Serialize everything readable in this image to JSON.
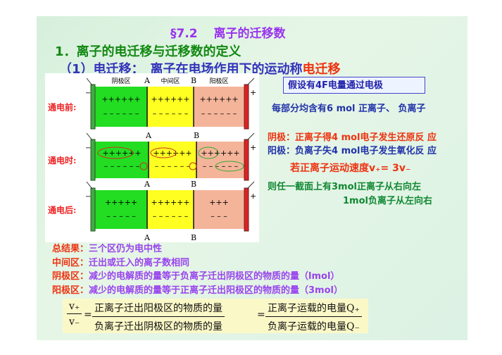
{
  "title": "§7.2　 离子的迁移数",
  "heading1": "1．离子的电迁移与迁移数的定义",
  "heading2": {
    "prefix": "（1）电迁移：　离子在电场作用下的运动称",
    "highlight": "电迁移"
  },
  "diagram": {
    "zones": [
      "阴极区",
      "中间区",
      "阳极区"
    ],
    "boundary_a": "A",
    "boundary_b": "B",
    "minus_sign": "−",
    "plus_sign": "+",
    "rows": [
      {
        "label": "通电前:",
        "cations": [
          "++++++",
          "++++++",
          "++++++"
        ],
        "anions": [
          "------",
          "------",
          "------"
        ]
      },
      {
        "label": "通电时:",
        "cations": [
          "++++++",
          "++++++",
          "++++++"
        ],
        "anions": [
          "------",
          "------",
          "------"
        ]
      },
      {
        "label": "通电后:",
        "cations": [
          "+++++",
          "++++++",
          "+++"
        ],
        "anions": [
          "-----",
          "------",
          "---"
        ]
      }
    ]
  },
  "assumption_box": "假设有4F电量通过电极",
  "each_part": "每部分均含有6 mol 正离子、 负离子",
  "cathode_reaction": "阴极：正离子得4 mol电子发生还原反 应",
  "anode_reaction": "阳极：负离子失4 mol电子发生氧化反 应",
  "velocity": "若正离子运动速度v₊= 3v₋",
  "cross_section_1": "则任一截面上有3mol正离子从右向左",
  "cross_section_2": "1mol负离子从左向右",
  "summary": [
    {
      "label": "总结果：",
      "text": "三个区仍为电中性"
    },
    {
      "label": "中间区：",
      "text": "迁出或迁入的离子数相同"
    },
    {
      "label": "阴极区：",
      "text": "减少的电解质的量等于负离子迁出阴极区的物质的量（lmol）"
    },
    {
      "label": "阳极区：",
      "text": "减少的电解质的量等于正离子迁出阳极区的物质的量（3mol）"
    }
  ],
  "formula": {
    "v_plus": "v₊",
    "v_minus": "v₋",
    "equals": "=",
    "num1": "正离子迁出阳极区的物质的量",
    "den1": "负离子迁出阴极区的物质的量",
    "num2": "正离子运载的电量Q₊",
    "den2": "负离子运载的电量Q₋"
  },
  "colors": {
    "cathode_zone": "#22dd22",
    "middle_zone": "#ffff22",
    "anode_zone": "#f4b49a"
  }
}
